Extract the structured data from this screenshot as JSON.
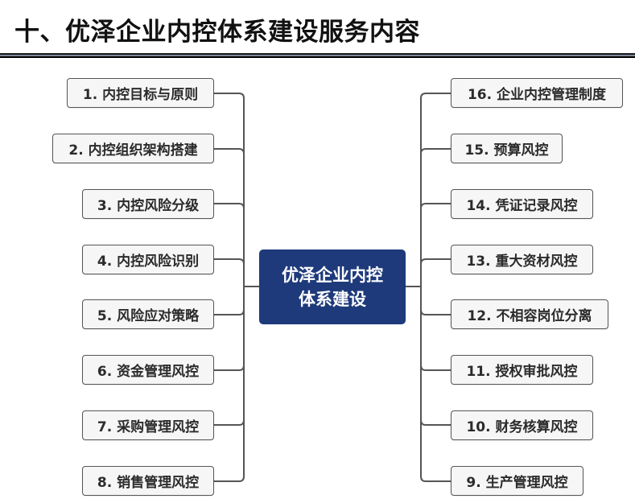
{
  "title": "十、优泽企业内控体系建设服务内容",
  "center": {
    "line1": "优泽企业内控",
    "line2": "体系建设",
    "color": "#1e3a7b"
  },
  "left_items": [
    {
      "label": "1. 内控目标与原则"
    },
    {
      "label": "2. 内控组织架构搭建"
    },
    {
      "label": "3. 内控风险分级"
    },
    {
      "label": "4. 内控风险识别"
    },
    {
      "label": "5. 风险应对策略"
    },
    {
      "label": "6. 资金管理风控"
    },
    {
      "label": "7. 采购管理风控"
    },
    {
      "label": "8. 销售管理风控"
    }
  ],
  "right_items": [
    {
      "label": "16. 企业内控管理制度"
    },
    {
      "label": "15. 预算风控"
    },
    {
      "label": "14. 凭证记录风控"
    },
    {
      "label": "13. 重大资材风控"
    },
    {
      "label": "12. 不相容岗位分离"
    },
    {
      "label": "11. 授权审批风控"
    },
    {
      "label": "10. 财务核算风控"
    },
    {
      "label": "9. 生产管理风控"
    }
  ]
}
